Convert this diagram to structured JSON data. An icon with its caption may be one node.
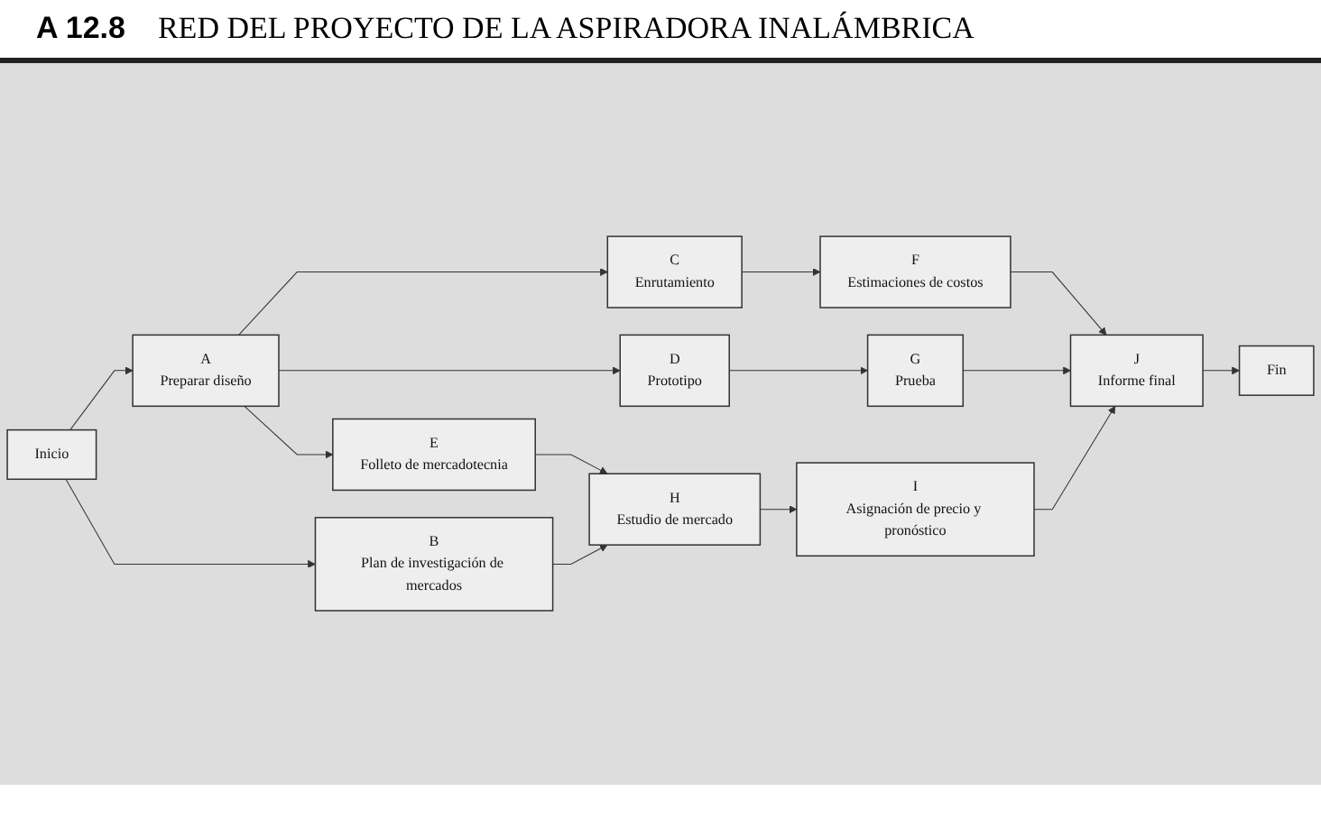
{
  "diagram": {
    "title": "RED DEL PROYECTO DE LA ASPIRADORA INALÁMBRICA",
    "nodes": [
      {
        "text": [
          "Inicio"
        ]
      },
      {
        "text": [
          "A",
          "Preparar diseño"
        ]
      },
      {
        "text": [
          "B",
          "Plan de investigación de mercados"
        ]
      },
      {
        "text": [
          "C",
          "Enrutamiento"
        ]
      },
      {
        "text": [
          "D",
          "Prototipo"
        ]
      },
      {
        "text": [
          "E",
          "Folleto de mercadotecnia"
        ]
      },
      {
        "text": [
          "F",
          "Estimaciones de costos"
        ]
      },
      {
        "text": [
          "G",
          "Prueba"
        ]
      },
      {
        "text": [
          "H",
          "Estudio de mercado"
        ]
      },
      {
        "text": [
          "I",
          "Asignación de precio y pronóstico"
        ]
      },
      {
        "text": [
          "J",
          "Informe final"
        ]
      },
      {
        "text": [
          "Fin"
        ]
      }
    ],
    "edges": [
      {
        "from": 0,
        "to": 1,
        "arrow": "to"
      },
      {
        "from": 0,
        "to": 2,
        "arrow": "to"
      },
      {
        "from": 1,
        "to": 3,
        "arrow": "to"
      },
      {
        "from": 1,
        "to": 4,
        "arrow": "to"
      },
      {
        "from": 1,
        "to": 5,
        "arrow": "to"
      },
      {
        "from": 3,
        "to": 6,
        "arrow": "to"
      },
      {
        "from": 4,
        "to": 7,
        "arrow": "to"
      },
      {
        "from": 5,
        "to": 8,
        "arrow": "to"
      },
      {
        "from": 2,
        "to": 8,
        "arrow": "to"
      },
      {
        "from": 6,
        "to": 10,
        "arrow": "to"
      },
      {
        "from": 7,
        "to": 10,
        "arrow": "to"
      },
      {
        "from": 8,
        "to": 9,
        "arrow": "to"
      },
      {
        "from": 9,
        "to": 10,
        "arrow": "to"
      },
      {
        "from": 10,
        "to": 11,
        "arrow": "to"
      }
    ],
    "labels": [
      "A 12.8"
    ]
  }
}
